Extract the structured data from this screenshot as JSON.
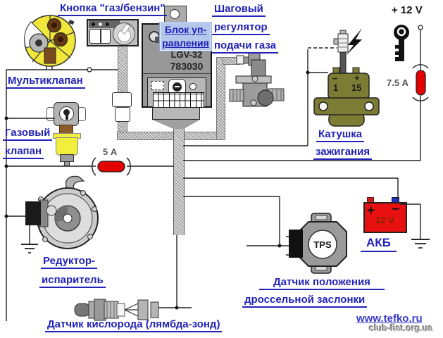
{
  "colors": {
    "label_blue": "#2323b8",
    "fuse_red": "#e50000",
    "battery_red": "#e81010",
    "coil_olive": "#7c7c34",
    "valve_yellow": "#f2ee3e",
    "highlight_bg": "#b4c8ec"
  },
  "labels": {
    "button": "Кнопка \"газ/бензин\"",
    "stepper_line1": "Шаговый",
    "stepper_line2": "регулятор",
    "stepper_line3": "подачи газа",
    "control_unit_line1": "Блок уп-",
    "control_unit_line2": "равления",
    "control_unit_model": "LGV-32",
    "control_unit_serial": "783030",
    "multivalve": "Мультиклапан",
    "gas_valve_line1": "Газовый",
    "gas_valve_line2": "клапан",
    "fuse_5a": "5 А",
    "fuse_7_5a": "7.5 А",
    "plus_12v": "+ 12 V",
    "coil_line1": "Катушка",
    "coil_line2": "зажигания",
    "coil_minus": "−",
    "coil_plus": "+",
    "coil_t1": "1",
    "coil_t15": "15",
    "battery": "АКБ",
    "battery_plus": "+",
    "battery_minus": "−",
    "battery_voltage": "12 V",
    "tps_badge": "TPS",
    "tps_line1": "Датчик положения",
    "tps_line2": "дроссельной заслонки",
    "reducer_line1": "Редуктор-",
    "reducer_line2": "испаритель",
    "lambda": "Датчик кислорода (лямбда-зонд)",
    "watermark_site": "www.tefko.ru",
    "watermark_overlay": "club-fiat.org.ua"
  }
}
